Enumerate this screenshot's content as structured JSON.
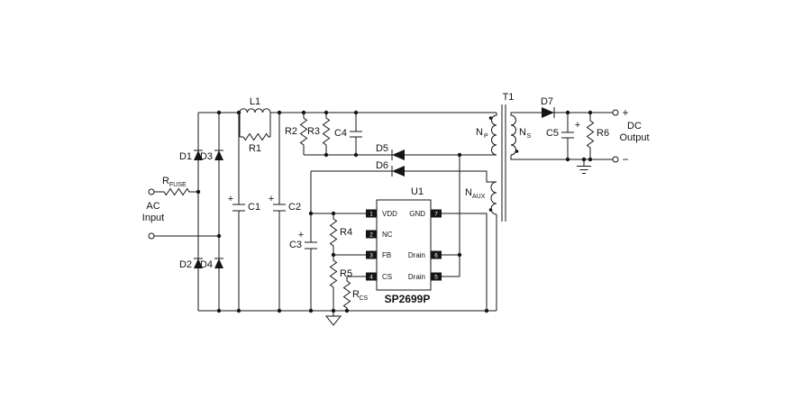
{
  "schematic": {
    "polarity": "+",
    "ac": {
      "line1": "AC",
      "line2": "Input"
    },
    "dc": {
      "plus": "+",
      "minus": "−",
      "line1": "DC",
      "line2": "Output"
    },
    "labels": {
      "rfuse_main": "R",
      "rfuse_sub": "FUSE",
      "d1": "D1",
      "d2": "D2",
      "d3": "D3",
      "d4": "D4",
      "c1": "C1",
      "c2": "C2",
      "c3": "C3",
      "c4": "C4",
      "c5": "C5",
      "l1": "L1",
      "r1": "R1",
      "r2": "R2",
      "r3": "R3",
      "r4": "R4",
      "r5": "R5",
      "r6": "R6",
      "rcs_main": "R",
      "rcs_sub": "CS",
      "d5": "D5",
      "d6": "D6",
      "d7": "D7",
      "t1": "T1",
      "np_main": "N",
      "np_sub": "P",
      "ns_main": "N",
      "ns_sub": "S",
      "naux_main": "N",
      "naux_sub": "AUX"
    },
    "ic": {
      "ref": "U1",
      "part": "SP2699P",
      "fill": "#dde4f0",
      "pins_left": [
        {
          "num": "1",
          "label": "VDD"
        },
        {
          "num": "2",
          "label": "NC"
        },
        {
          "num": "3",
          "label": "FB"
        },
        {
          "num": "4",
          "label": "CS"
        }
      ],
      "pins_right": [
        {
          "num": "7",
          "label": "GND"
        },
        {
          "num": "6",
          "label": "Drain"
        },
        {
          "num": "5",
          "label": "Drain"
        }
      ]
    }
  }
}
